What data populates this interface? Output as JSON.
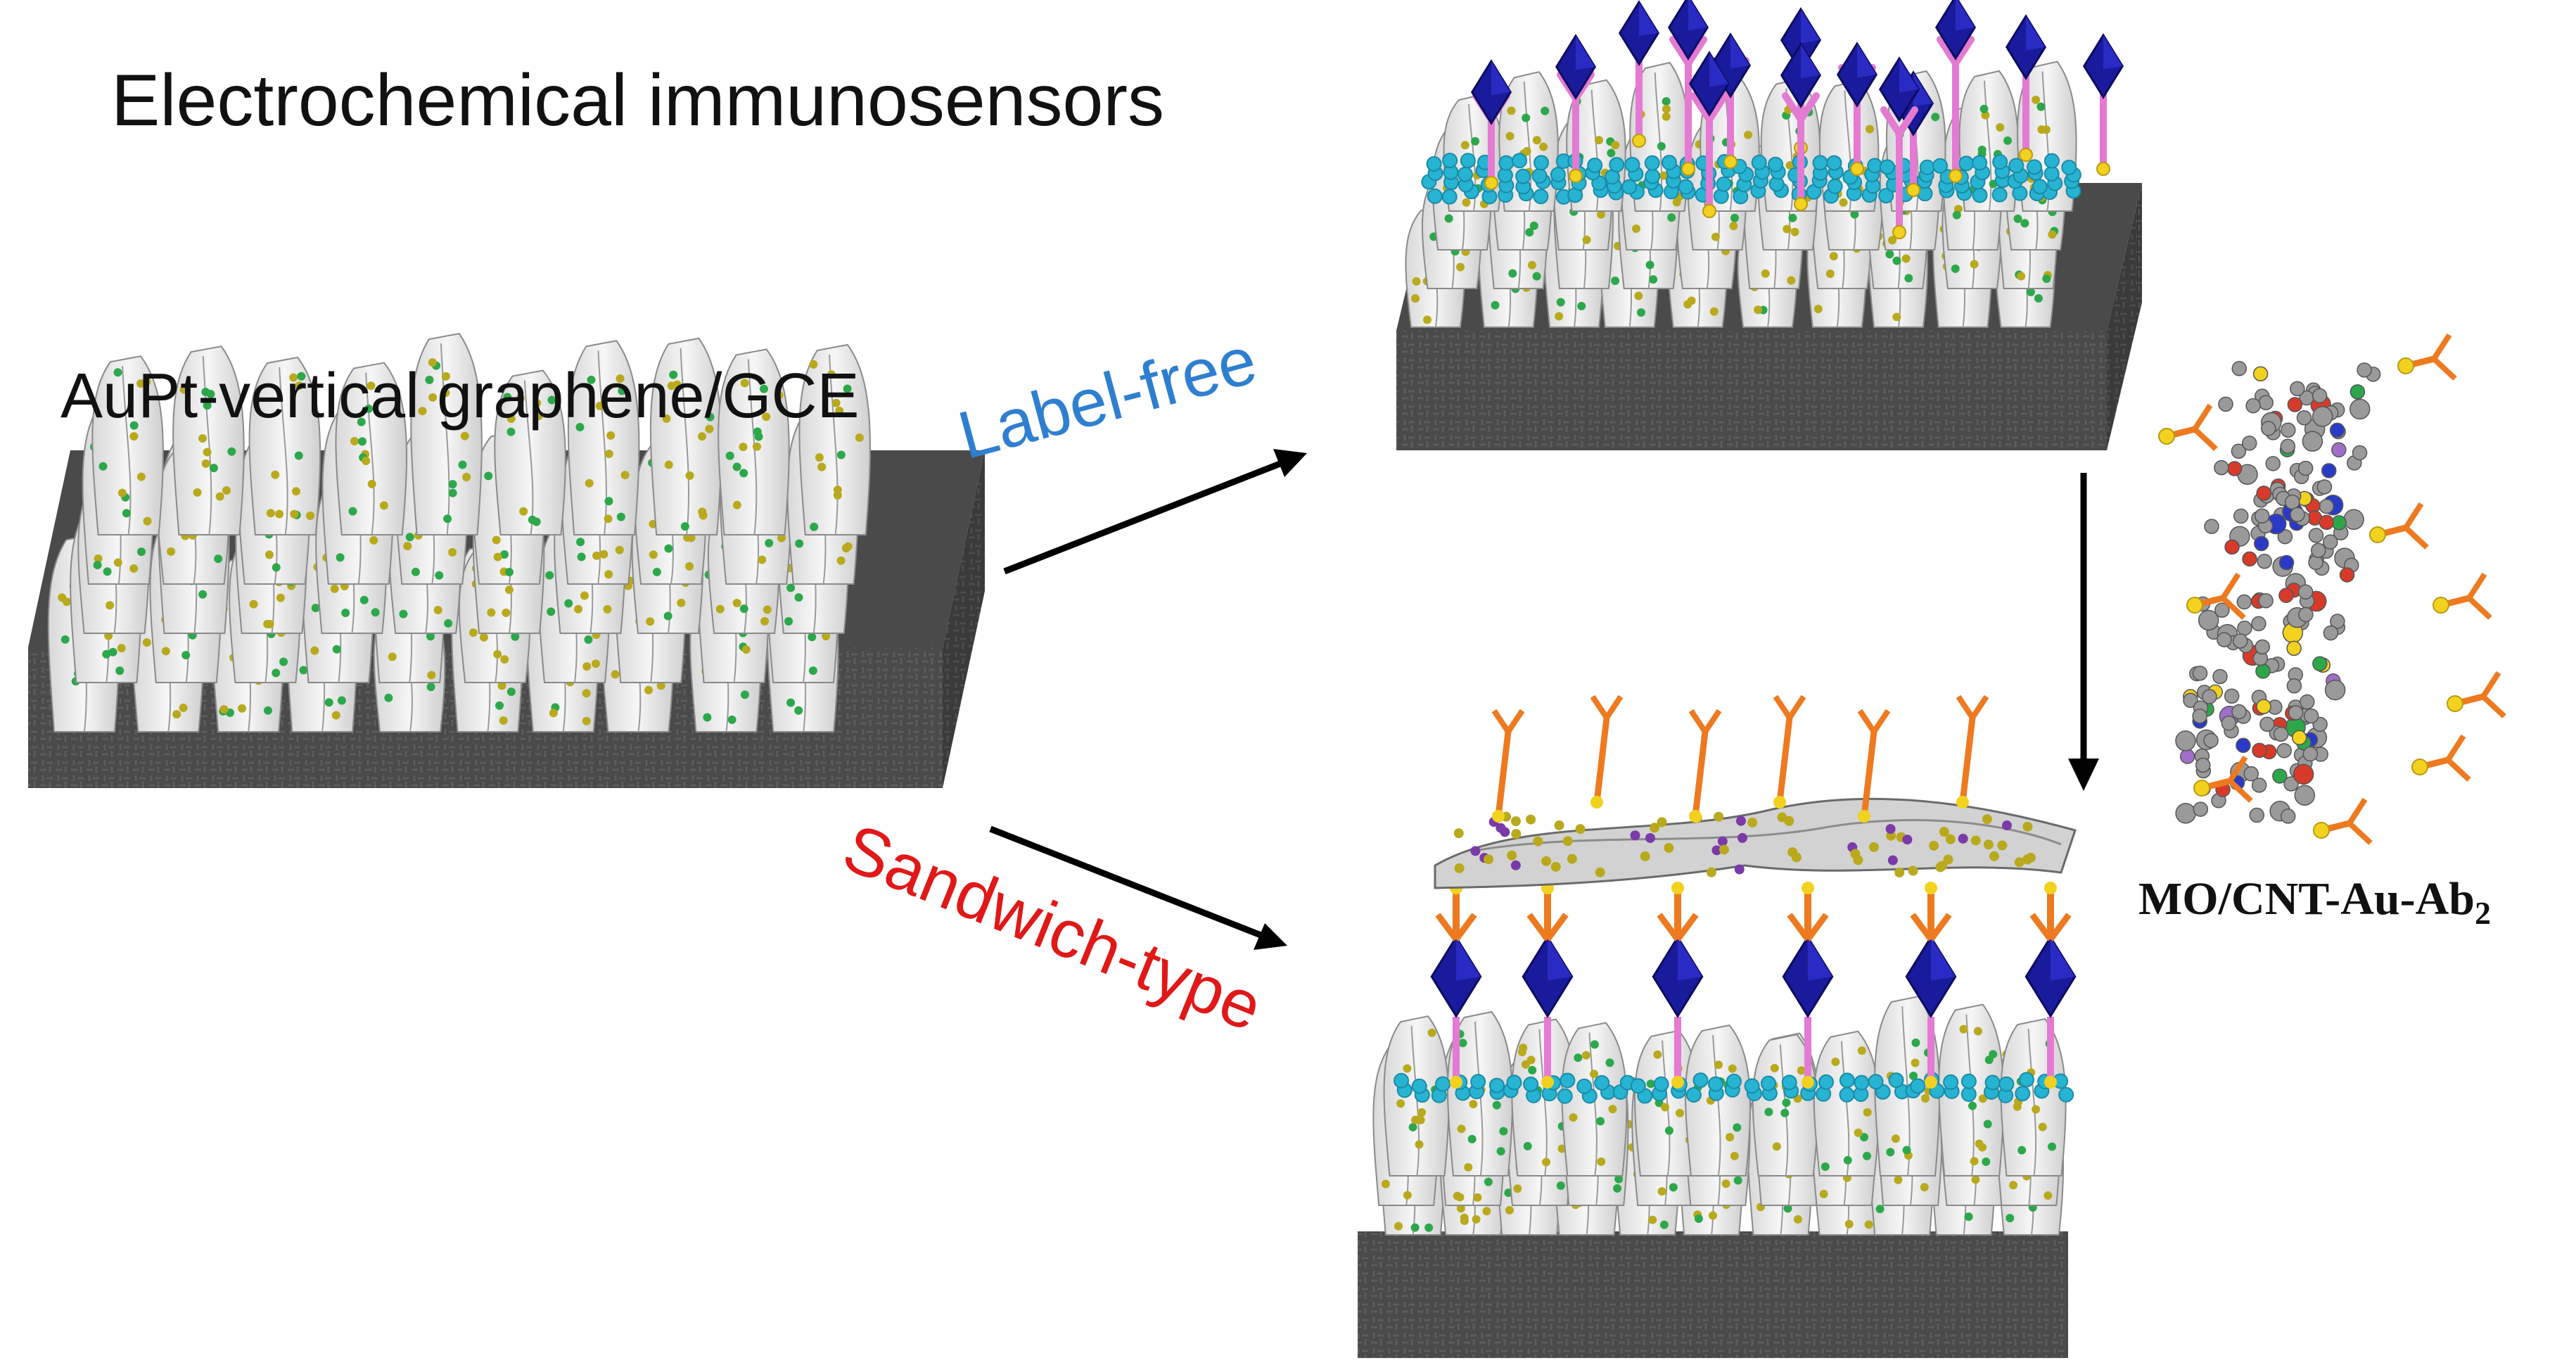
{
  "title": "Electrochemical immunosensors",
  "electrode_label": "AuPt-vertical graphene/GCE",
  "routes": {
    "label_free": {
      "text": "Label-free",
      "color": "#2f7fd0"
    },
    "sandwich": {
      "text": "Sandwich-type",
      "color": "#e01818"
    }
  },
  "nanoprobe_label": {
    "main": "MO/CNT-Au-Ab",
    "subscript": "2"
  },
  "colors": {
    "substrate": "#4a4a4a",
    "graphene_sheet": "#ececec",
    "au_particle": "#b9a91c",
    "pt_particle": "#2ca84a",
    "bsa_layer": "#27b4d2",
    "antigen": "#1a1a9c",
    "ab1": "#e47ad2",
    "ab2": "#ee7a20",
    "arrow": "#000000"
  },
  "icons": [
    "substrate-block",
    "graphene-sheet",
    "antibody-icon",
    "antigen-icon",
    "carbon-nanotube",
    "arrow"
  ]
}
